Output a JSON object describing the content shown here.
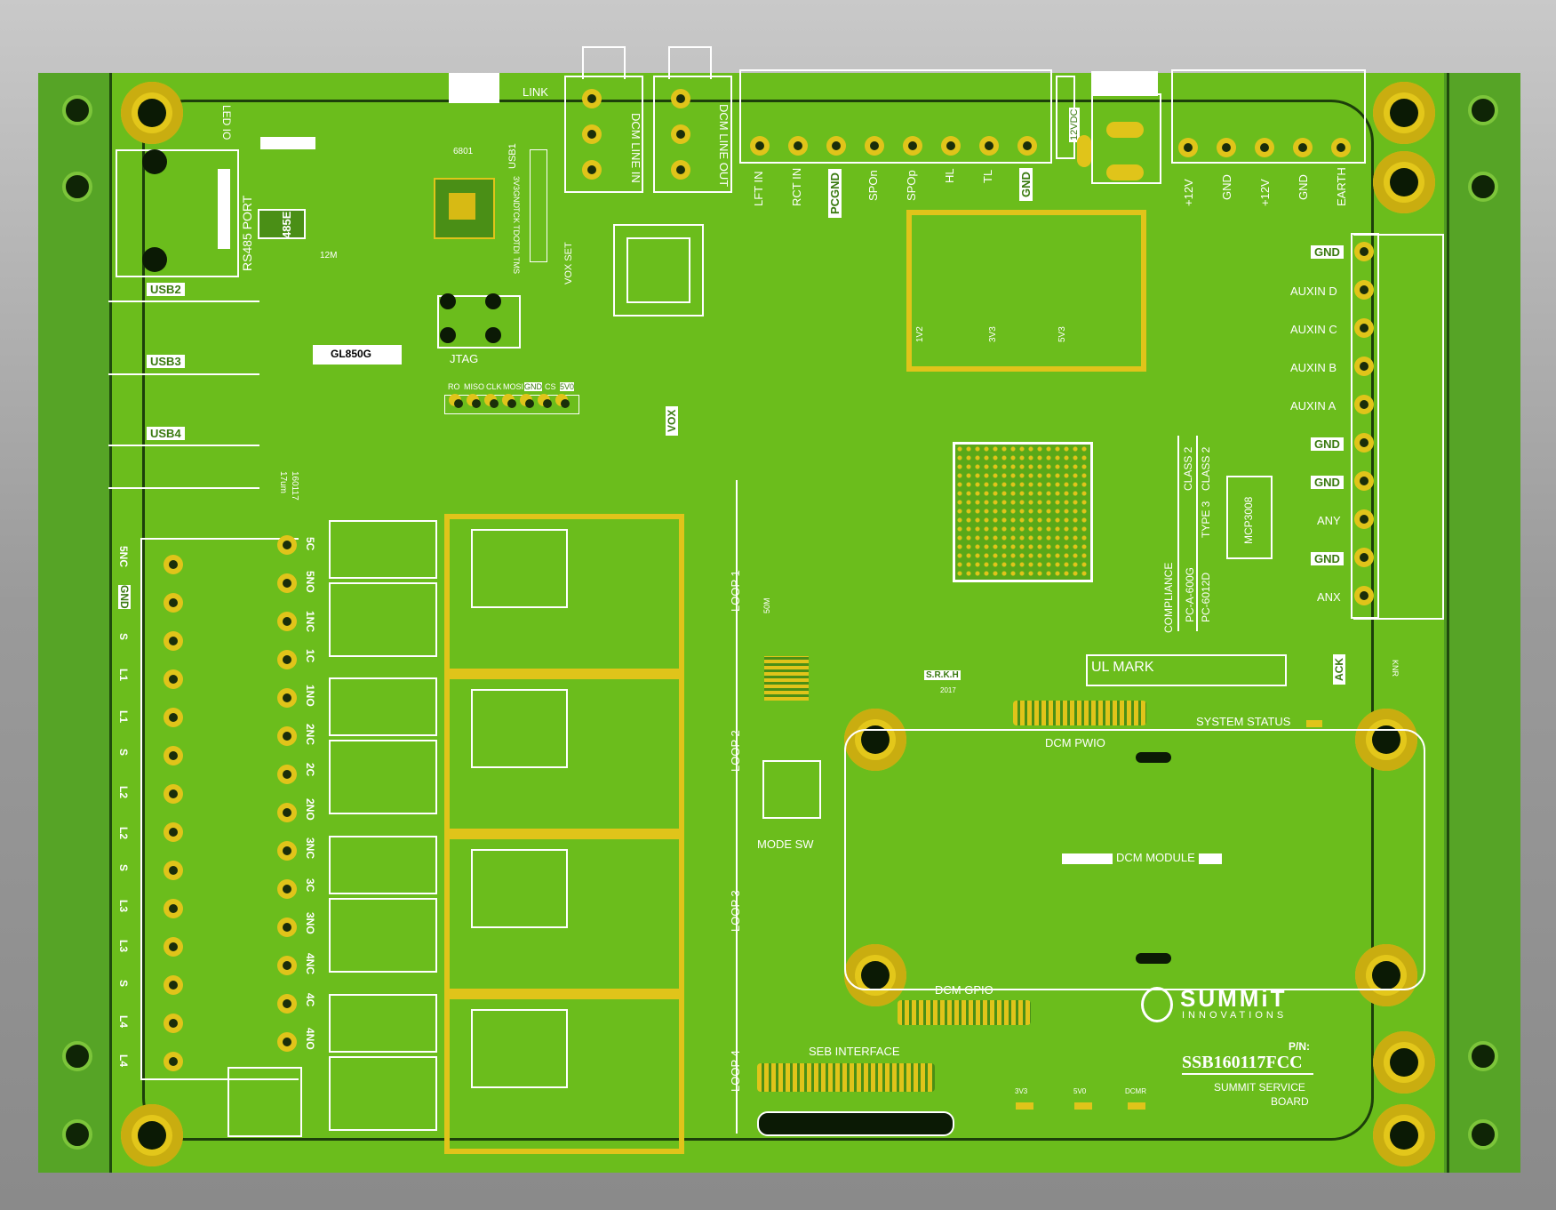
{
  "board": {
    "part_label": "P/N:",
    "part_number": "SSB160117FCC",
    "board_name_line1": "SUMMIT SERVICE",
    "board_name_line2": "BOARD",
    "brand_top": "SUMMiT",
    "brand_bottom": "INNOVATIONS",
    "pcb_colors": {
      "solder_mask": "#6bbd1c",
      "copper": "#e0c41a",
      "silkscreen": "#ffffff",
      "rail": "#56a426"
    }
  },
  "top_connectors": {
    "link": "LINK",
    "led_io": "LED IO",
    "line_in": "DCM LINE IN",
    "line_out": "DCM LINE OUT",
    "terminal_block_1": [
      "LFT IN",
      "RCT IN",
      "PCGND",
      "SPOn",
      "SPOp",
      "HL",
      "TL",
      "GND"
    ],
    "power_label": "12VDC",
    "terminal_block_2": [
      "+12V",
      "GND",
      "+12V",
      "GND",
      "EARTH"
    ]
  },
  "left_section": {
    "rs485": "RS485 PORT",
    "ic_485": "485E",
    "usb2": "USB2",
    "usb3": "USB3",
    "usb4": "USB4",
    "hub_chip": "GL850G",
    "jtag": "JTAG",
    "usb1": "USB1",
    "spi_header": [
      "RO",
      "MISO",
      "CLK",
      "MOSI",
      "GND",
      "CS",
      "5V0"
    ],
    "jtag_pins": [
      "TMS",
      "TDI",
      "TDO",
      "TCK",
      "GND",
      "3V3"
    ],
    "vox_set": "VOX SET",
    "vox": "VOX",
    "date_code": "160117",
    "thickness": "17um",
    "crystal": "12M",
    "part_6801": "6801"
  },
  "relay_labels": [
    "5C",
    "5NO",
    "1NC",
    "1C",
    "1NO",
    "2NC",
    "2C",
    "2NO",
    "3NC",
    "3C",
    "3NO",
    "4NC",
    "4C",
    "4NO"
  ],
  "terminal_left_labels": [
    "5NC",
    "GND",
    "S",
    "L1",
    "L1",
    "S",
    "L2",
    "L2",
    "S",
    "L3",
    "L3",
    "S",
    "L4",
    "L4"
  ],
  "loops": [
    "LOOP 1",
    "LOOP 2",
    "LOOP 3",
    "LOOP 4"
  ],
  "right_header": {
    "pins": [
      "GND",
      "AUXIN D",
      "AUXIN C",
      "AUXIN B",
      "AUXIN A",
      "GND",
      "GND",
      "ANY",
      "GND",
      "ANX"
    ],
    "adc": "MCP3008"
  },
  "compliance": {
    "title": "COMPLIANCE",
    "row1": "PC-A-600G",
    "row2": "PC-6012D",
    "class2a": "CLASS 2",
    "class2b": "CLASS 2",
    "type3": "TYPE 3"
  },
  "power_regs": [
    "1V2",
    "3V3",
    "5V3"
  ],
  "misc": {
    "ul_mark": "UL MARK",
    "ack": "ACK",
    "knr": "KNR",
    "system_status": "SYSTEM STATUS",
    "srkh": "S.R.K.H",
    "srkh_year": "2017",
    "mode_sw": "MODE SW",
    "dcm_pwio": "DCM PWIO",
    "dcm_module": "DCM MODULE",
    "dcm_gpio": "DCM GPIO",
    "seb_interface": "SEB INTERFACE",
    "xtal_50m": "50M",
    "led_labels": [
      "3V3",
      "5V0",
      "DCMR"
    ]
  }
}
